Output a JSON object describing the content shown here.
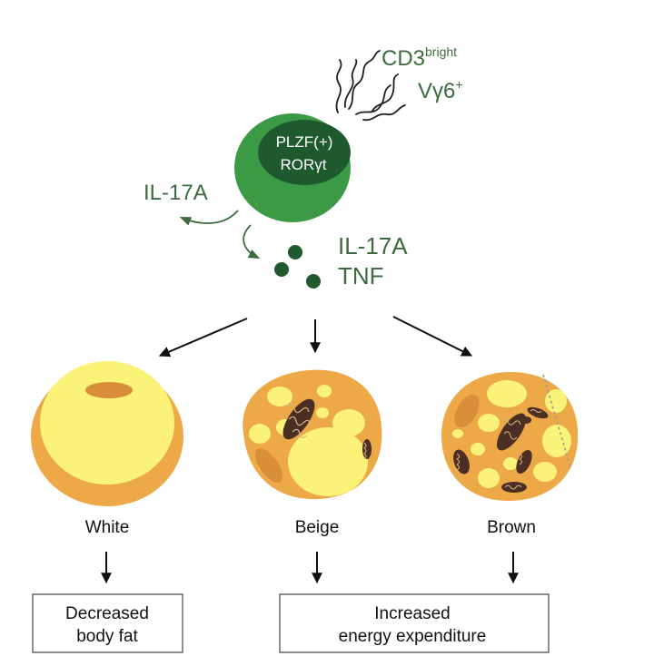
{
  "tcell": {
    "nucleus_line1": "PLZF(+)",
    "nucleus_line2": "RORγt",
    "marker1_main": "CD3",
    "marker1_sup": "bright",
    "marker2_main": "Vγ6",
    "marker2_sup": "+",
    "left_cytokine": "IL-17A",
    "secreted_line1": "IL-17A",
    "secreted_line2": "TNF"
  },
  "cells": {
    "white": "White",
    "beige": "Beige",
    "brown": "Brown"
  },
  "outcomes": {
    "left_line1": "Decreased",
    "left_line2": "body fat",
    "right_line1": "Increased",
    "right_line2": "energy expenditure"
  },
  "colors": {
    "tcell_green": "#3c9a44",
    "nucleus_green": "#1f5a2f",
    "label_green": "#3d6b3f",
    "fat_orange": "#eda948",
    "lipid_yellow": "#fbf278",
    "mito_brown": "#4a2f22"
  }
}
